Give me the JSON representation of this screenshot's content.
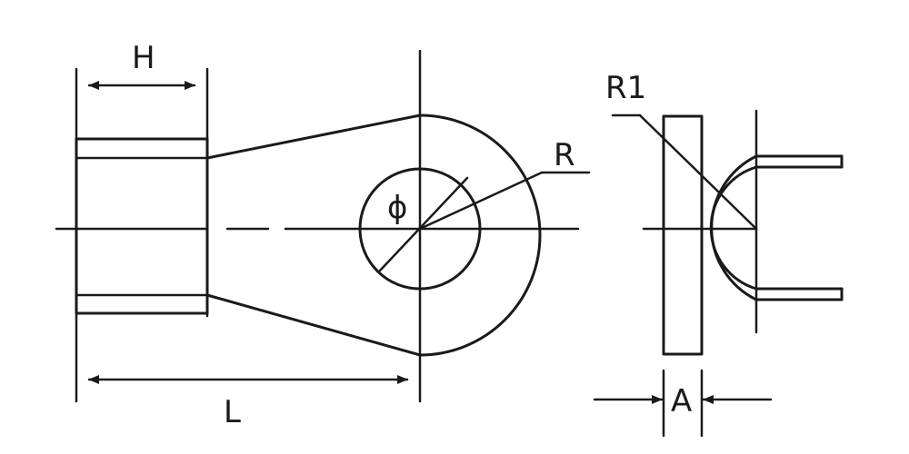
{
  "labels": {
    "height": "H",
    "length": "L",
    "radius": "R",
    "diameter": "ϕ",
    "inner_radius": "R1",
    "thickness": "A"
  }
}
